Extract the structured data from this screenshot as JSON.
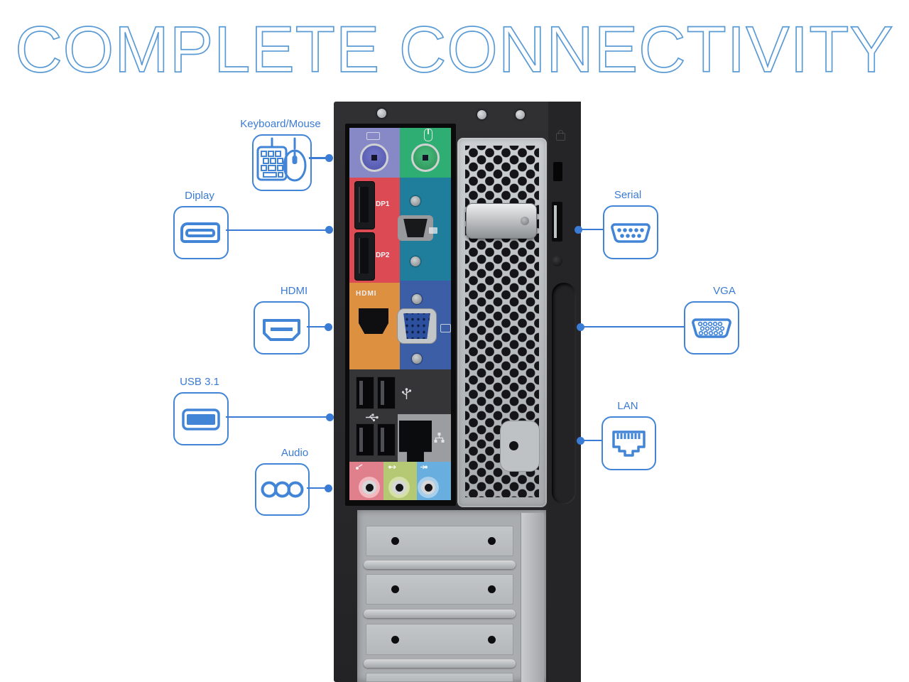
{
  "title": "COMPLETE CONNECTIVITY",
  "callouts": {
    "left": [
      {
        "label": "Keyboard/Mouse",
        "icon": "keyboard-mouse-icon"
      },
      {
        "label": "Diplay",
        "icon": "displayport-icon"
      },
      {
        "label": "HDMI",
        "icon": "hdmi-icon"
      },
      {
        "label": "USB 3.1",
        "icon": "usb-icon"
      },
      {
        "label": "Audio",
        "icon": "audio-jacks-icon"
      }
    ],
    "right": [
      {
        "label": "Serial",
        "icon": "serial-port-icon"
      },
      {
        "label": "VGA",
        "icon": "vga-port-icon"
      },
      {
        "label": "LAN",
        "icon": "lan-port-icon"
      }
    ]
  },
  "device": {
    "type": "desktop-rear-panel",
    "port_labels": {
      "dp1": "DP1",
      "dp2": "DP2",
      "hdmi_logo": "HDMI"
    }
  },
  "colors": {
    "accent_blue": "#3a7bd5",
    "title_blue": "#5b9bd5",
    "ps2_keyboard_bg": "#8789c7",
    "ps2_mouse_bg": "#2fae73",
    "displayport_bg": "#dc4a54",
    "serial_bg": "#1f7e9c",
    "hdmi_bg": "#dd9040",
    "vga_bg": "#3c5ea7",
    "usb_bg": "#353537",
    "lan_bg": "#9b9da0",
    "audio_mic_bg": "#e0808c",
    "audio_out_bg": "#b5c873",
    "audio_in_bg": "#68aede"
  }
}
